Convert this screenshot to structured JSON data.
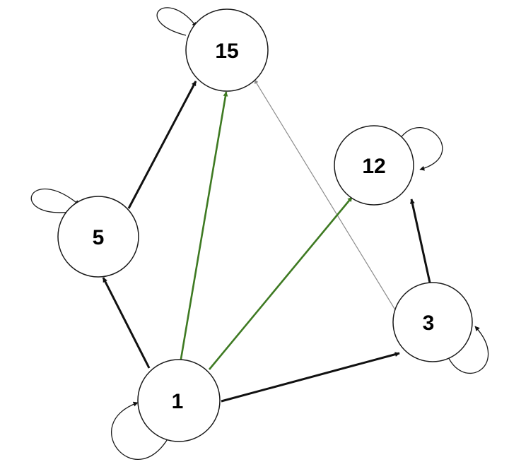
{
  "colors": {
    "background": "#ffffff",
    "node_stroke": "#1a1a1a",
    "edge_black": "#111111",
    "edge_green": "#3e7a22",
    "edge_gray": "#8c8c8c"
  },
  "nodes": [
    {
      "id": "n1",
      "label": "1"
    },
    {
      "id": "n3",
      "label": "3"
    },
    {
      "id": "n5",
      "label": "5"
    },
    {
      "id": "n12",
      "label": "12"
    },
    {
      "id": "n15",
      "label": "15"
    }
  ],
  "edges": [
    {
      "from": "1",
      "to": "5",
      "style": "black"
    },
    {
      "from": "1",
      "to": "3",
      "style": "black"
    },
    {
      "from": "1",
      "to": "15",
      "style": "green"
    },
    {
      "from": "1",
      "to": "12",
      "style": "green"
    },
    {
      "from": "5",
      "to": "15",
      "style": "black"
    },
    {
      "from": "3",
      "to": "12",
      "style": "black"
    },
    {
      "from": "3",
      "to": "15",
      "style": "gray"
    }
  ],
  "self_loops": [
    "1",
    "3",
    "5",
    "12",
    "15"
  ]
}
